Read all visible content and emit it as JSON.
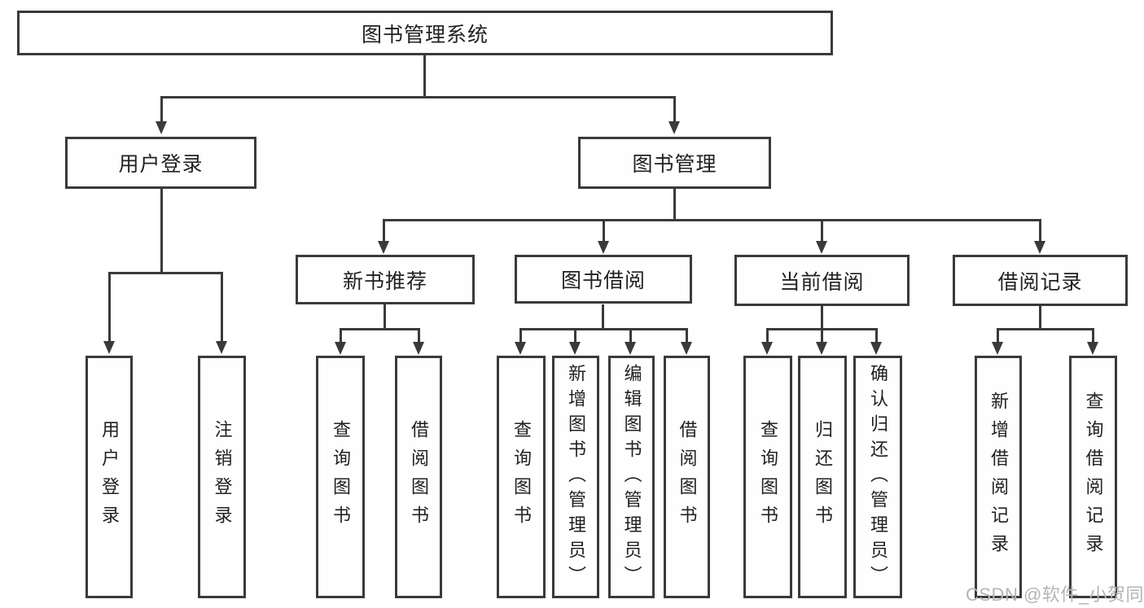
{
  "diagram": {
    "root": "图书管理系统",
    "level2": {
      "user_login": "用户登录",
      "book_mgmt": "图书管理"
    },
    "level3": {
      "new_books": "新书推荐",
      "borrowing": "图书借阅",
      "current": "当前借阅",
      "records": "借阅记录"
    },
    "leaves": {
      "user_login_leaf": "用户登录",
      "logout": "注销登录",
      "nb_query": "查询图书",
      "nb_borrow": "借阅图书",
      "bw_query": "查询图书",
      "bw_add": "新增图书（管理员）",
      "bw_edit": "编辑图书（管理员）",
      "bw_borrow": "借阅图书",
      "cb_query": "查询图书",
      "cb_return": "归还图书",
      "cb_confirm": "确认归还（管理员）",
      "rc_add": "新增借阅记录",
      "rc_query": "查询借阅记录"
    }
  },
  "watermark": "CSDN @软件_小贺同学",
  "colors": {
    "line": "#3a3a3c",
    "text": "#212121",
    "watermark": "#b2b5ba",
    "background": "#ffffff"
  }
}
